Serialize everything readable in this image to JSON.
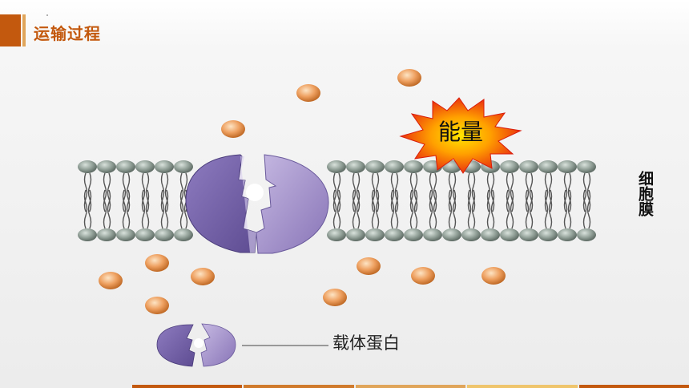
{
  "slide": {
    "title": "运输过程"
  },
  "diagram": {
    "membrane_label": "细胞膜",
    "energy_label": "能量",
    "legend_label": "载体蛋白"
  },
  "colors": {
    "accent": "#c3590e",
    "accent_light": "#e0a55a",
    "protein": "#8a73b8",
    "protein_dark": "#5e4c92",
    "molecule": "#e8964f",
    "lipid_head": "#8e9c94",
    "starburst": "#e62914",
    "starburst_core": "#ffd400"
  },
  "footer": {
    "segment_colors": [
      "#c3590e",
      "#d07a2c",
      "#e0a55a",
      "#efc56c",
      "#c3590e"
    ]
  }
}
